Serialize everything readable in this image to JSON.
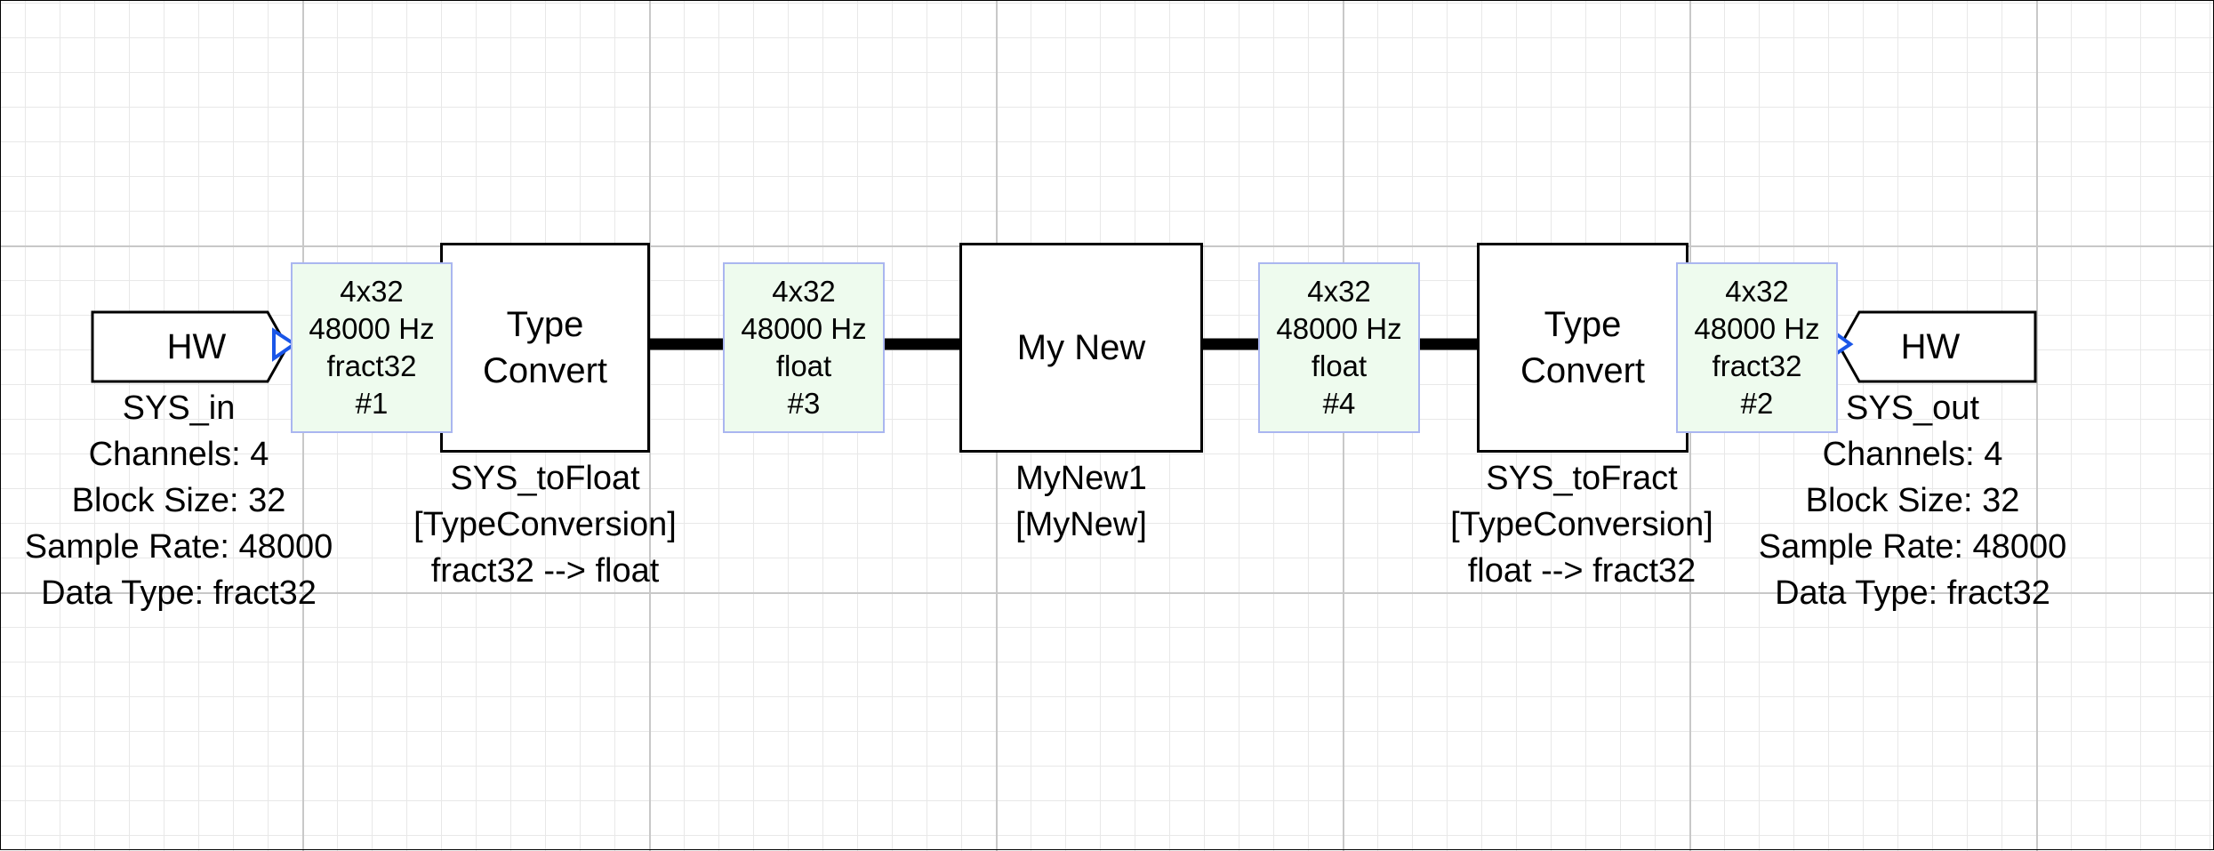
{
  "diagram": {
    "sys_in": {
      "port_label": "HW",
      "name": "SYS_in",
      "channels": "Channels: 4",
      "block_size": "Block Size: 32",
      "sample_rate": "Sample Rate: 48000",
      "data_type": "Data Type: fract32"
    },
    "sys_out": {
      "port_label": "HW",
      "name": "SYS_out",
      "channels": "Channels: 4",
      "block_size": "Block Size: 32",
      "sample_rate": "Sample Rate: 48000",
      "data_type": "Data Type: fract32"
    },
    "to_float": {
      "line1": "Type",
      "line2": "Convert",
      "name": "SYS_toFloat",
      "class": "[TypeConversion]",
      "conversion": "fract32 --> float"
    },
    "my_new": {
      "title": "My New",
      "name": "MyNew1",
      "class": "[MyNew]"
    },
    "to_fract": {
      "line1": "Type",
      "line2": "Convert",
      "name": "SYS_toFract",
      "class": "[TypeConversion]",
      "conversion": "float --> fract32"
    },
    "wire_info": [
      {
        "dims": "4x32",
        "rate": "48000 Hz",
        "type": "fract32",
        "id": "#1"
      },
      {
        "dims": "4x32",
        "rate": "48000 Hz",
        "type": "float",
        "id": "#3"
      },
      {
        "dims": "4x32",
        "rate": "48000 Hz",
        "type": "float",
        "id": "#4"
      },
      {
        "dims": "4x32",
        "rate": "48000 Hz",
        "type": "fract32",
        "id": "#2"
      }
    ]
  },
  "colors": {
    "pin": "#1a56e8",
    "info_fill": "#eefbee",
    "info_border": "#aab6f0",
    "wire": "#000000",
    "grid_major": "#c8c8c8",
    "grid_minor": "#e8e8e8"
  }
}
